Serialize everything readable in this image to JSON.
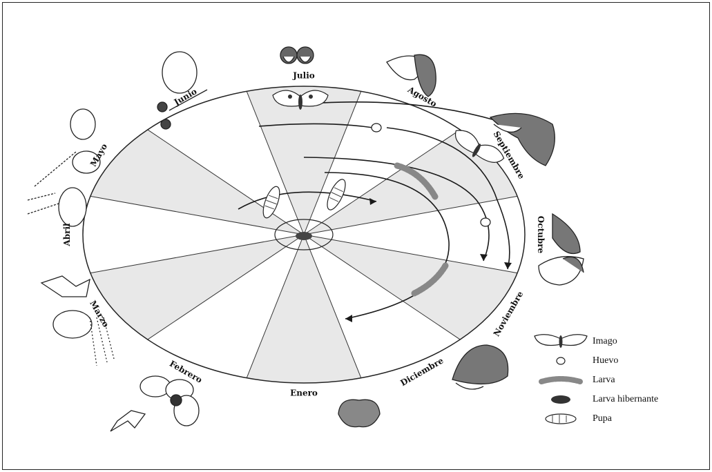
{
  "months": [
    "Julio",
    "Agosto",
    "Septiembre",
    "Octubre",
    "Noviembre",
    "Diciembre",
    "Enero",
    "Febrero",
    "Marzo",
    "Abril",
    "Mayo",
    "Junio"
  ],
  "legend": [
    {
      "icon": "imago-icon",
      "label": "Imago"
    },
    {
      "icon": "egg-icon",
      "label": "Huevo"
    },
    {
      "icon": "larva-icon",
      "label": "Larva"
    },
    {
      "icon": "hibernating-larva-icon",
      "label": "Larva hibernante"
    },
    {
      "icon": "pupa-icon",
      "label": "Pupa"
    }
  ],
  "colors": {
    "shade": "#e8e8e8",
    "ink": "#1a1a1a"
  }
}
